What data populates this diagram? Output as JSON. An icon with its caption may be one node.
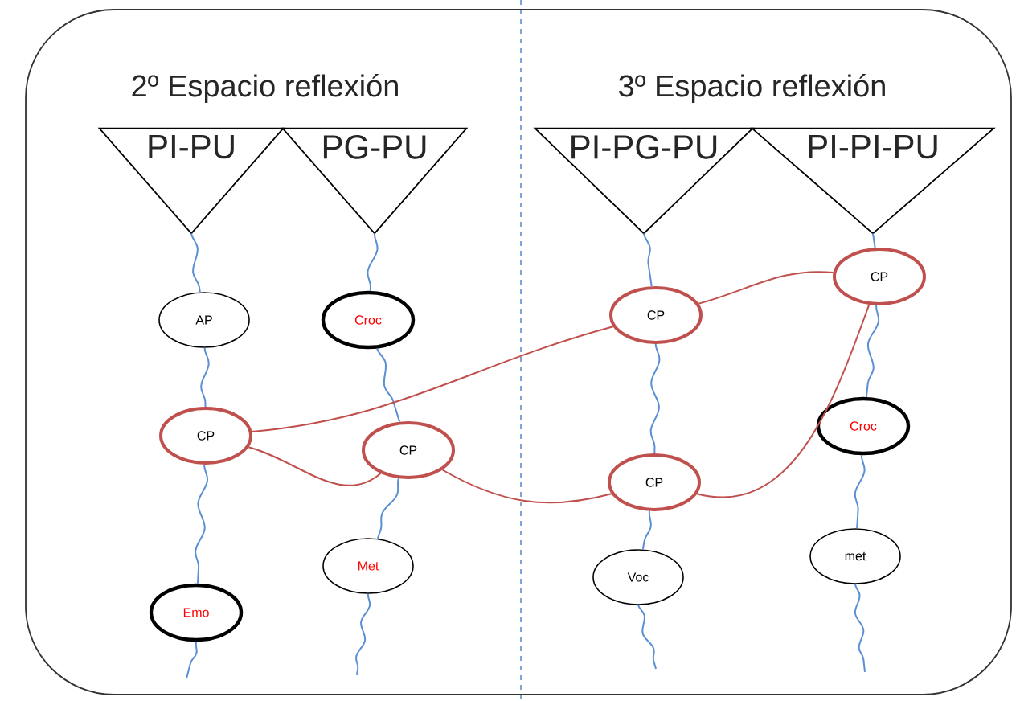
{
  "diagram": {
    "nodes": [
      {
        "text": [
          "PI-PU"
        ]
      },
      {
        "text": [
          "PG-PU"
        ]
      },
      {
        "text": [
          "PI-PG-PU"
        ]
      },
      {
        "text": [
          "PI-PI-PU"
        ]
      },
      {
        "text": [
          "AP"
        ]
      },
      {
        "text": [
          "Croc"
        ]
      },
      {
        "text": [
          "CP"
        ]
      },
      {
        "text": [
          "CP"
        ]
      },
      {
        "text": [
          "Emo"
        ]
      },
      {
        "text": [
          "Met"
        ]
      },
      {
        "text": [
          "CP"
        ]
      },
      {
        "text": [
          "CP"
        ]
      },
      {
        "text": [
          "CP"
        ]
      },
      {
        "text": [
          "Croc"
        ]
      },
      {
        "text": [
          "Voc"
        ]
      },
      {
        "text": [
          "met"
        ]
      }
    ],
    "edges": [
      {
        "from": 0,
        "to": 4,
        "arrow": "none"
      },
      {
        "from": 4,
        "to": 6,
        "arrow": "none"
      },
      {
        "from": 6,
        "to": 8,
        "arrow": "none"
      },
      {
        "from": 8,
        "to": null,
        "arrow": "none"
      },
      {
        "from": 1,
        "to": 5,
        "arrow": "none"
      },
      {
        "from": 5,
        "to": 7,
        "arrow": "none"
      },
      {
        "from": 7,
        "to": 9,
        "arrow": "none"
      },
      {
        "from": 9,
        "to": null,
        "arrow": "none"
      },
      {
        "from": 2,
        "to": 10,
        "arrow": "none"
      },
      {
        "from": 10,
        "to": 12,
        "arrow": "none"
      },
      {
        "from": 12,
        "to": 14,
        "arrow": "none"
      },
      {
        "from": 14,
        "to": null,
        "arrow": "none"
      },
      {
        "from": 3,
        "to": 11,
        "arrow": "none"
      },
      {
        "from": 11,
        "to": 13,
        "arrow": "none"
      },
      {
        "from": 13,
        "to": 15,
        "arrow": "none"
      },
      {
        "from": 15,
        "to": null,
        "arrow": "none"
      },
      {
        "from": 6,
        "to": 7,
        "arrow": "none",
        "color": "#c0504d"
      },
      {
        "from": 6,
        "to": 10,
        "arrow": "none",
        "color": "#c0504d"
      },
      {
        "from": 10,
        "to": 11,
        "arrow": "none",
        "color": "#c0504d"
      },
      {
        "from": 7,
        "to": 12,
        "arrow": "none",
        "color": "#c0504d"
      },
      {
        "from": 12,
        "to": 11,
        "arrow": "none",
        "color": "#c0504d"
      }
    ],
    "labels": [
      "2º Espacio reflexión",
      "3º Espacio reflexión"
    ]
  }
}
